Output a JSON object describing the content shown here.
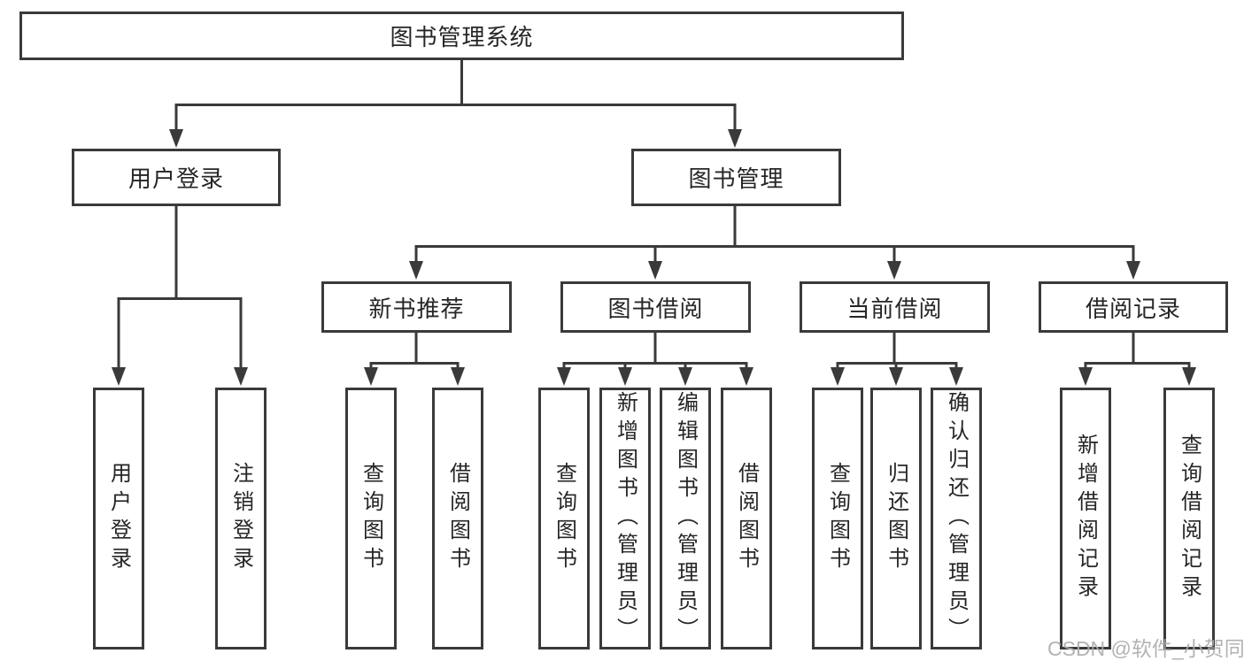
{
  "diagram": {
    "root": "图书管理系统",
    "user_login": {
      "label": "用户登录",
      "children": [
        "用户登录",
        "注销登录"
      ]
    },
    "book_management": {
      "label": "图书管理",
      "sections": [
        {
          "label": "新书推荐",
          "children": [
            "查询图书",
            "借阅图书"
          ]
        },
        {
          "label": "图书借阅",
          "children": [
            "查询图书",
            "新增图书（管理员）",
            "编辑图书（管理员）",
            "借阅图书"
          ]
        },
        {
          "label": "当前借阅",
          "children": [
            "查询图书",
            "归还图书",
            "确认归还（管理员）"
          ]
        },
        {
          "label": "借阅记录",
          "children": [
            "新增借阅记录",
            "查询借阅记录"
          ]
        }
      ]
    }
  },
  "watermark": "CSDN @软件_小贺同学",
  "colors": {
    "line": "#3a3a3a",
    "text": "#262626",
    "watermark": "#acacac",
    "background": "#ffffff"
  }
}
